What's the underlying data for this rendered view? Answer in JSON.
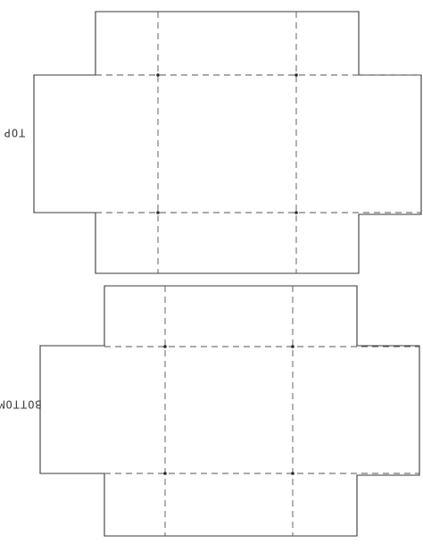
{
  "nets": [
    {
      "id": "top",
      "label": "TOP"
    },
    {
      "id": "bottom",
      "label": "BOTTOM"
    }
  ]
}
